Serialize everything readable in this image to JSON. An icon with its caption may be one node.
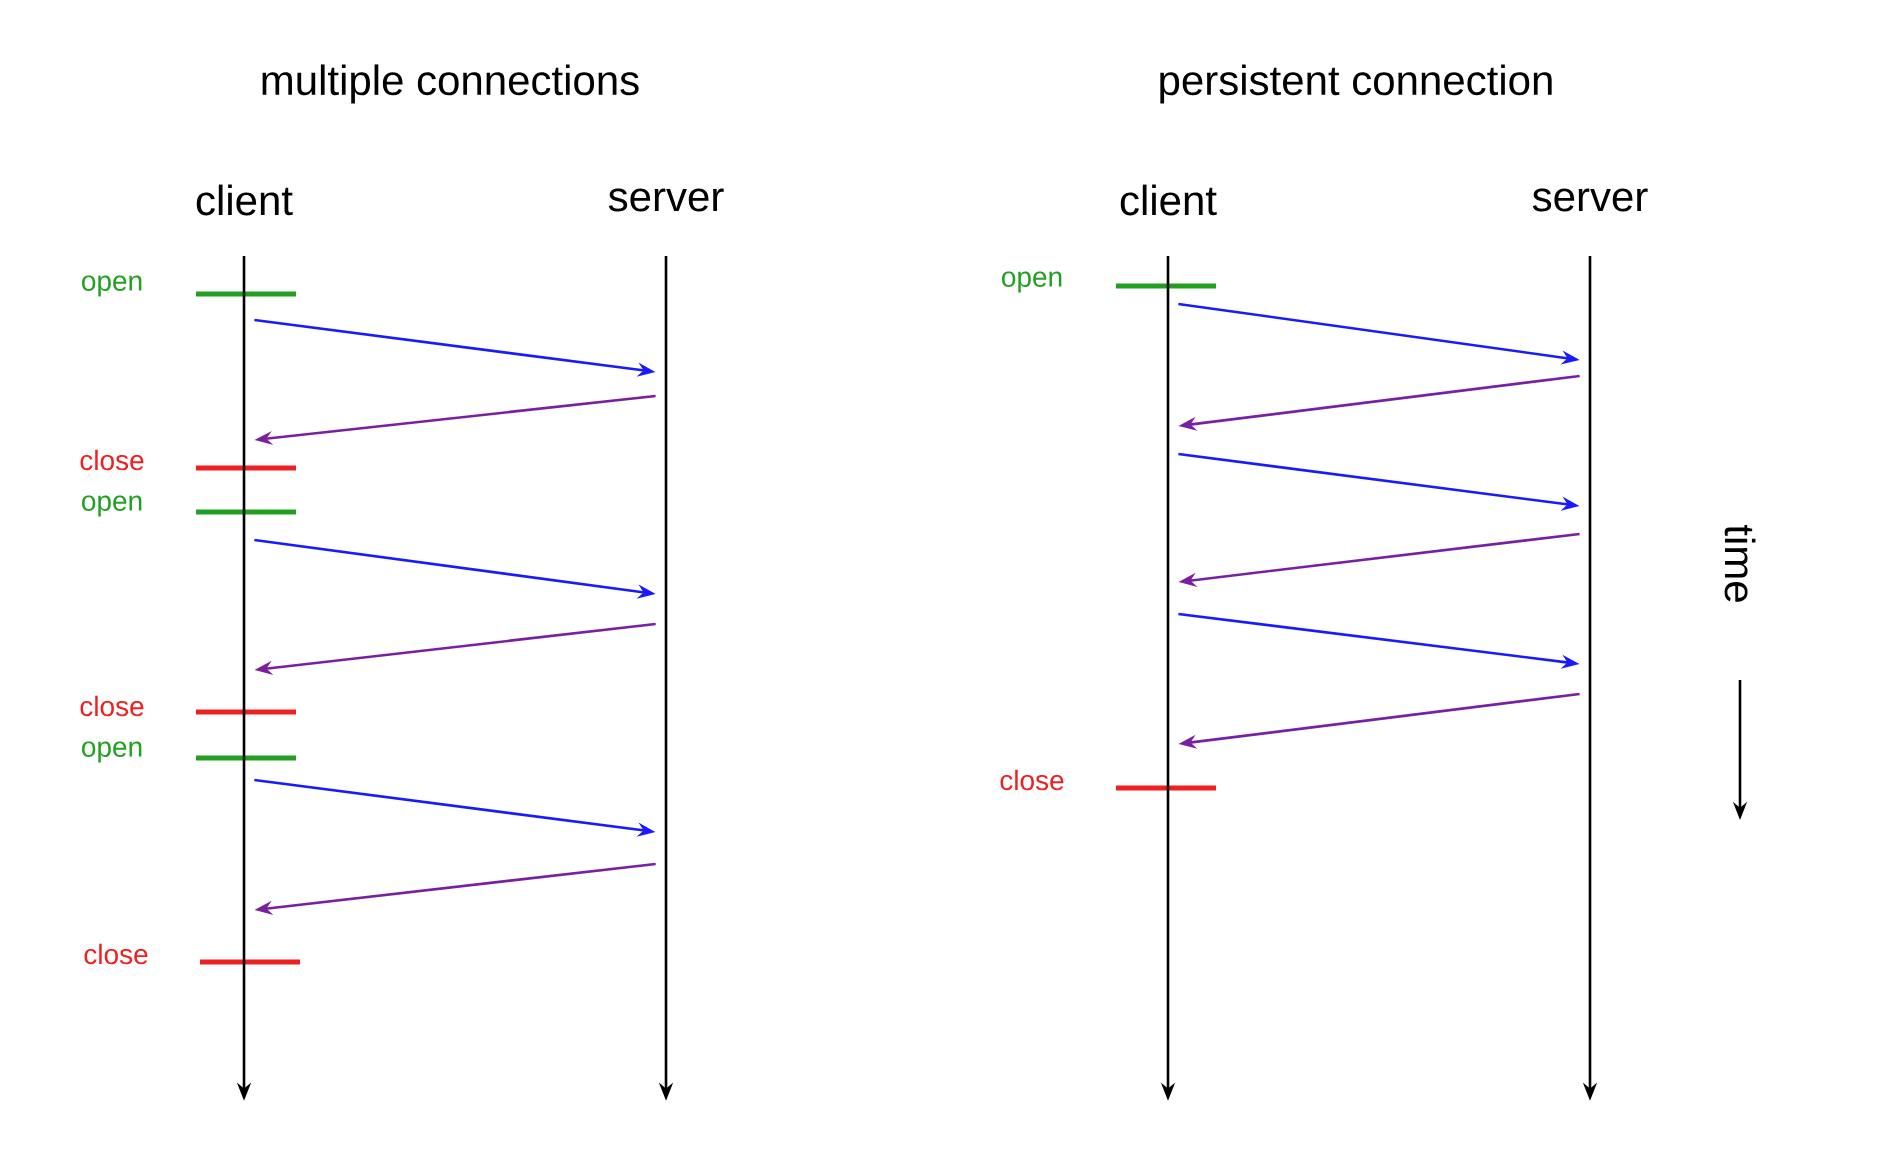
{
  "diagram": {
    "nodes": [
      {
        "text": [
          "client"
        ]
      },
      {
        "text": [
          "server"
        ]
      },
      {
        "text": [
          "client"
        ]
      },
      {
        "text": [
          "server"
        ]
      }
    ],
    "edges": [
      {
        "from": 0,
        "to": 1,
        "arrow": "to",
        "color": "#1a1aff"
      },
      {
        "from": 1,
        "to": 0,
        "arrow": "to",
        "color": "#7b1fa2"
      },
      {
        "from": 0,
        "to": 1,
        "arrow": "to",
        "color": "#1a1aff"
      },
      {
        "from": 1,
        "to": 0,
        "arrow": "to",
        "color": "#7b1fa2"
      },
      {
        "from": 0,
        "to": 1,
        "arrow": "to",
        "color": "#1a1aff"
      },
      {
        "from": 1,
        "to": 0,
        "arrow": "to",
        "color": "#7b1fa2"
      },
      {
        "from": 2,
        "to": 3,
        "arrow": "to",
        "color": "#1a1aff"
      },
      {
        "from": 3,
        "to": 2,
        "arrow": "to",
        "color": "#7b1fa2"
      },
      {
        "from": 2,
        "to": 3,
        "arrow": "to",
        "color": "#1a1aff"
      },
      {
        "from": 3,
        "to": 2,
        "arrow": "to",
        "color": "#7b1fa2"
      },
      {
        "from": 2,
        "to": 3,
        "arrow": "to",
        "color": "#1a1aff"
      },
      {
        "from": 3,
        "to": 2,
        "arrow": "to",
        "color": "#7b1fa2"
      }
    ],
    "labels": [
      "multiple connections",
      "persistent connection",
      "open",
      "close",
      "open",
      "close",
      "open",
      "close",
      "open",
      "close",
      "time"
    ]
  }
}
